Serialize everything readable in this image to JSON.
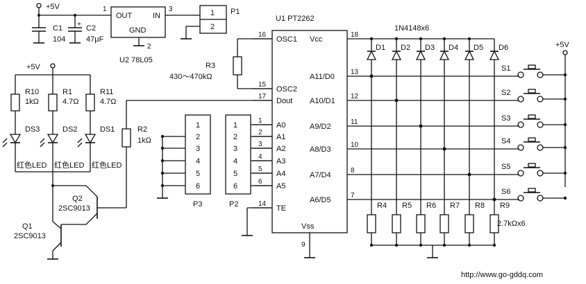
{
  "power": {
    "vcc_top": "+5V",
    "vcc_led": "+5V",
    "vcc_right": "+5V"
  },
  "caps": {
    "c1": {
      "name": "C1",
      "value": "104"
    },
    "c2": {
      "name": "C2",
      "value": "47μF"
    }
  },
  "reg": {
    "name": "U2 78L05",
    "out": "OUT",
    "in": "IN",
    "gnd": "GND",
    "pin1": "1",
    "pin2": "2",
    "pin3": "3"
  },
  "p1": {
    "name": "P1",
    "pins": [
      "1",
      "2"
    ]
  },
  "r3": {
    "name": "R3",
    "value": "430～470kΩ"
  },
  "u1": {
    "name": "U1  PT2262",
    "left_pins": [
      {
        "num": "16",
        "label": "OSC1"
      },
      {
        "num": "15",
        "label": "OSC2"
      },
      {
        "num": "17",
        "label": "Dout"
      },
      {
        "num": "1",
        "label": "A0"
      },
      {
        "num": "2",
        "label": "A1"
      },
      {
        "num": "3",
        "label": "A2"
      },
      {
        "num": "4",
        "label": "A3"
      },
      {
        "num": "5",
        "label": "A4"
      },
      {
        "num": "6",
        "label": "A5"
      },
      {
        "num": "14",
        "label": "TE"
      }
    ],
    "right_pins": [
      {
        "num": "18",
        "label": "Vcc"
      },
      {
        "num": "13",
        "label": "A11/D0"
      },
      {
        "num": "12",
        "label": "A10/D1"
      },
      {
        "num": "11",
        "label": "A9/D2"
      },
      {
        "num": "10",
        "label": "A8/D3"
      },
      {
        "num": "8",
        "label": "A7/D4"
      },
      {
        "num": "7",
        "label": "A6/D5"
      }
    ],
    "vss": {
      "label": "Vss",
      "num": "9"
    }
  },
  "diodes": {
    "title": "1N4148x6",
    "names": [
      "D1",
      "D2",
      "D3",
      "D4",
      "D5",
      "D6"
    ]
  },
  "switches": [
    "S1",
    "S2",
    "S3",
    "S4",
    "S5",
    "S6"
  ],
  "pulldowns": {
    "names": [
      "R4",
      "R5",
      "R6",
      "R7",
      "R8",
      "R9"
    ],
    "value": "2.7kΩx6"
  },
  "leds": {
    "resistors": [
      {
        "name": "R10",
        "value": "1kΩ"
      },
      {
        "name": "R1",
        "value": "4.7Ω"
      },
      {
        "name": "R11",
        "value": "4.7Ω"
      }
    ],
    "names": [
      "DS3",
      "DS2",
      "DS1"
    ],
    "caption": [
      "红色LED",
      "红色LED",
      "红色LED"
    ]
  },
  "r2": {
    "name": "R2",
    "value": "1kΩ"
  },
  "transistors": {
    "q2": {
      "name": "Q2",
      "type": "2SC9013"
    },
    "q1": {
      "name": "Q1",
      "type": "2SC9013"
    }
  },
  "headers": {
    "p3": {
      "name": "P3",
      "pins": [
        "1",
        "2",
        "3",
        "4",
        "5",
        "6"
      ]
    },
    "p2": {
      "name": "P2",
      "pins": [
        "1",
        "2",
        "3",
        "4",
        "5",
        "6"
      ]
    }
  },
  "watermark": "http://www.go-gddq.com"
}
